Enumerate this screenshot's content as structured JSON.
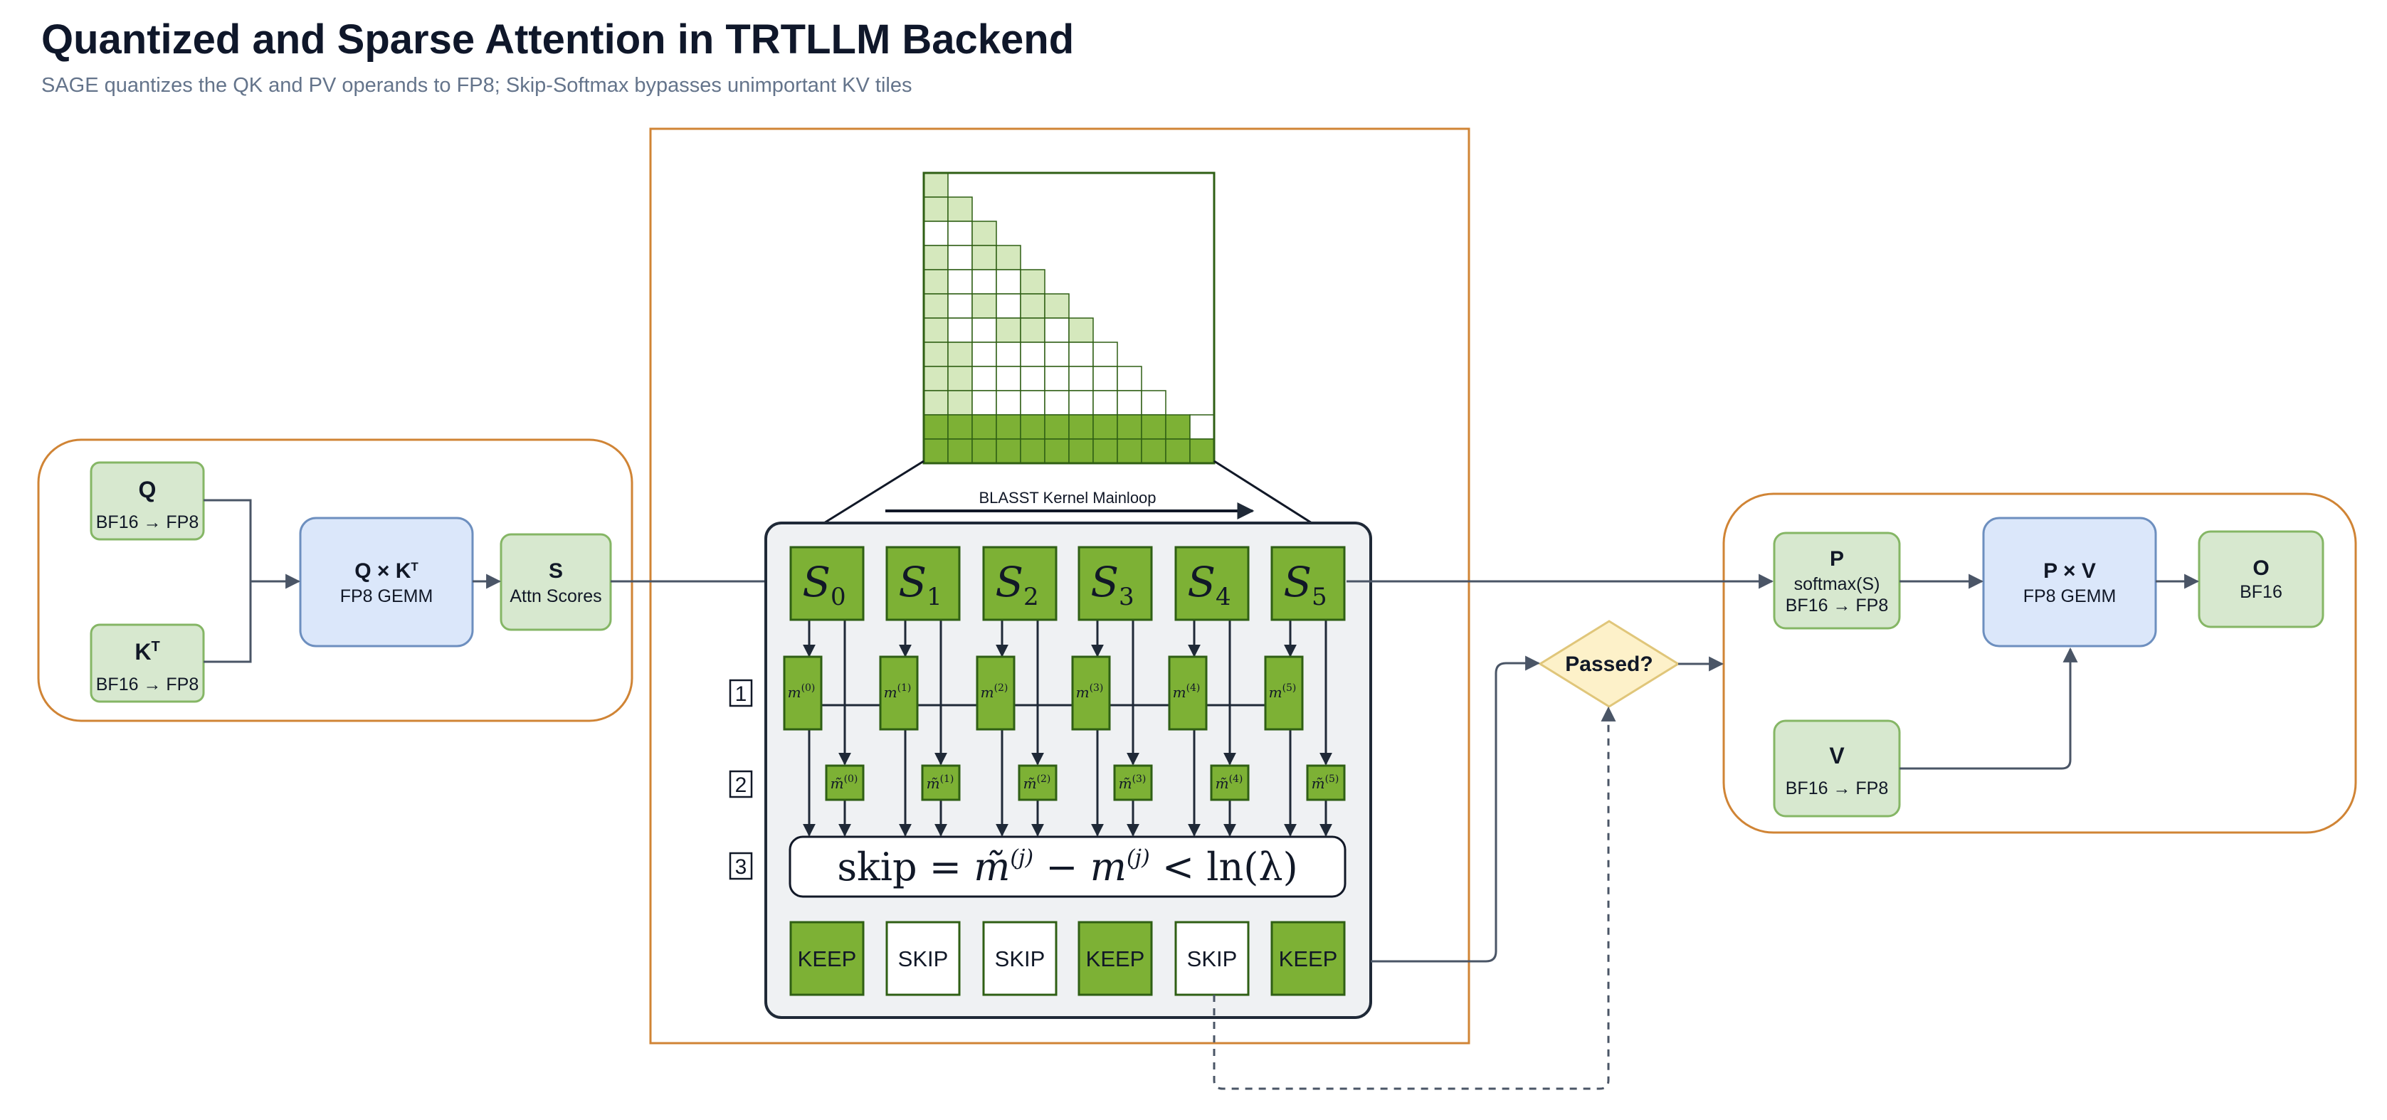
{
  "title": "Quantized and Sparse Attention in TRTLLM Backend",
  "subtitle": "SAGE quantizes the QK and PV operands to FP8; Skip-Softmax bypasses unimportant KV tiles",
  "colors": {
    "orange_border": "#d08435",
    "green_fill": "#d7e8cf",
    "green_stroke": "#85b665",
    "blue_fill": "#dbe7fa",
    "blue_stroke": "#6d8fbf",
    "kernel_green": "#7db135",
    "kernel_green_dark": "#2f5f14",
    "light_green": "#d5e8bd",
    "decision_fill": "#fdf1c9",
    "decision_stroke": "#e0c67a",
    "arrow": "#4a5566",
    "panel_fill": "#eff1f3"
  },
  "left_group": {
    "q": {
      "title": "Q",
      "label": "BF16 → FP8"
    },
    "kt": {
      "title": "K",
      "title_sup": "T",
      "label": "BF16 → FP8"
    },
    "qk_gemm": {
      "title": "Q × K",
      "title_sup": "T",
      "label": "FP8 GEMM"
    },
    "s": {
      "title": "S",
      "label": "Attn Scores"
    }
  },
  "kernel": {
    "mainloop_label": "BLASST Kernel Mainloop",
    "tiles": [
      {
        "sym": "S",
        "sub": "0"
      },
      {
        "sym": "S",
        "sub": "1"
      },
      {
        "sym": "S",
        "sub": "2"
      },
      {
        "sym": "S",
        "sub": "3"
      },
      {
        "sym": "S",
        "sub": "4"
      },
      {
        "sym": "S",
        "sub": "5"
      }
    ],
    "m_labels": [
      {
        "sym": "m",
        "sup": "(0)"
      },
      {
        "sym": "m",
        "sup": "(1)"
      },
      {
        "sym": "m",
        "sup": "(2)"
      },
      {
        "sym": "m",
        "sup": "(3)"
      },
      {
        "sym": "m",
        "sup": "(4)"
      },
      {
        "sym": "m",
        "sup": "(5)"
      }
    ],
    "mt_labels": [
      {
        "sym": "m̃",
        "sup": "(0)"
      },
      {
        "sym": "m̃",
        "sup": "(1)"
      },
      {
        "sym": "m̃",
        "sup": "(2)"
      },
      {
        "sym": "m̃",
        "sup": "(3)"
      },
      {
        "sym": "m̃",
        "sup": "(4)"
      },
      {
        "sym": "m̃",
        "sup": "(5)"
      }
    ],
    "steps": [
      "1",
      "2",
      "3"
    ],
    "formula": {
      "lhs": "skip = ",
      "mt": "m̃",
      "sup_j": "(j)",
      "minus": " − ",
      "m": "m",
      "rhs": " < ln(λ)"
    },
    "decisions": [
      "KEEP",
      "SKIP",
      "SKIP",
      "KEEP",
      "SKIP",
      "KEEP"
    ]
  },
  "decision": {
    "label": "Passed?"
  },
  "right_group": {
    "p": {
      "title": "P",
      "line1": "softmax(S)",
      "line2": "BF16 → FP8"
    },
    "pv_gemm": {
      "title": "P × V",
      "label": "FP8 GEMM"
    },
    "o": {
      "title": "O",
      "label": "BF16"
    },
    "v": {
      "title": "V",
      "label": "BF16 → FP8"
    }
  }
}
